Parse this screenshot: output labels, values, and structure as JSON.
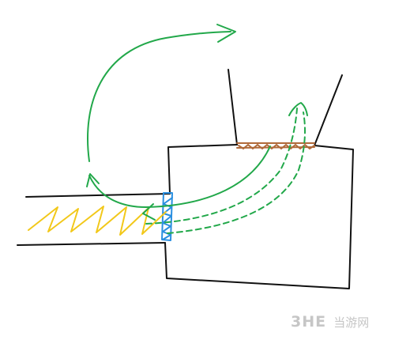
{
  "colors": {
    "outline": "#111111",
    "green_arrow": "#22a84a",
    "yellow_zigzag": "#f2c81a",
    "blue_hatch": "#2a8fe0",
    "brown_hatch": "#b06a3a",
    "watermark": "#c6c6c6"
  },
  "icons": {
    "solid_arrow": "arrowhead",
    "dashed_arrow": "arrowhead"
  },
  "watermark": {
    "logo": "3HE",
    "text": "当游网"
  }
}
